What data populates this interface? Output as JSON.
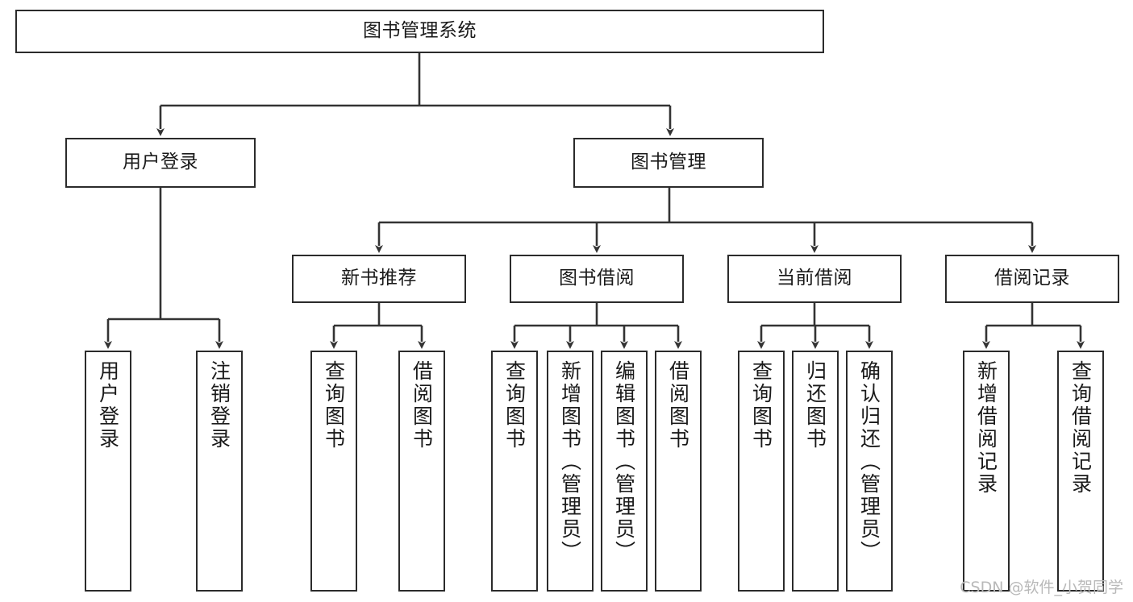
{
  "diagram": {
    "title": "图书管理系统",
    "watermark": "CSDN @软件_小贺同学",
    "colors": {
      "box_border": "#2b2b2b",
      "box_fill": "#ffffff",
      "edge": "#333333",
      "text": "#1a1a1a",
      "watermark": "#b9b9b9",
      "background": "#ffffff"
    },
    "nodes": {
      "root": {
        "label": "图书管理系统"
      },
      "level2": [
        {
          "label": "用户登录"
        },
        {
          "label": "图书管理"
        }
      ],
      "level3": [
        {
          "label": "新书推荐"
        },
        {
          "label": "图书借阅"
        },
        {
          "label": "当前借阅"
        },
        {
          "label": "借阅记录"
        }
      ],
      "leaves": {
        "user_login": [
          {
            "label": "用户登录"
          },
          {
            "label": "注销登录"
          }
        ],
        "new_book_recommend": [
          {
            "label": "查询图书"
          },
          {
            "label": "借阅图书"
          }
        ],
        "book_borrow": [
          {
            "label": "查询图书"
          },
          {
            "label": "新增图书（管理员）"
          },
          {
            "label": "编辑图书（管理员）"
          },
          {
            "label": "借阅图书"
          }
        ],
        "current_borrow": [
          {
            "label": "查询图书"
          },
          {
            "label": "归还图书"
          },
          {
            "label": "确认归还（管理员）"
          }
        ],
        "borrow_record": [
          {
            "label": "新增借阅记录"
          },
          {
            "label": "查询借阅记录"
          }
        ]
      }
    }
  }
}
